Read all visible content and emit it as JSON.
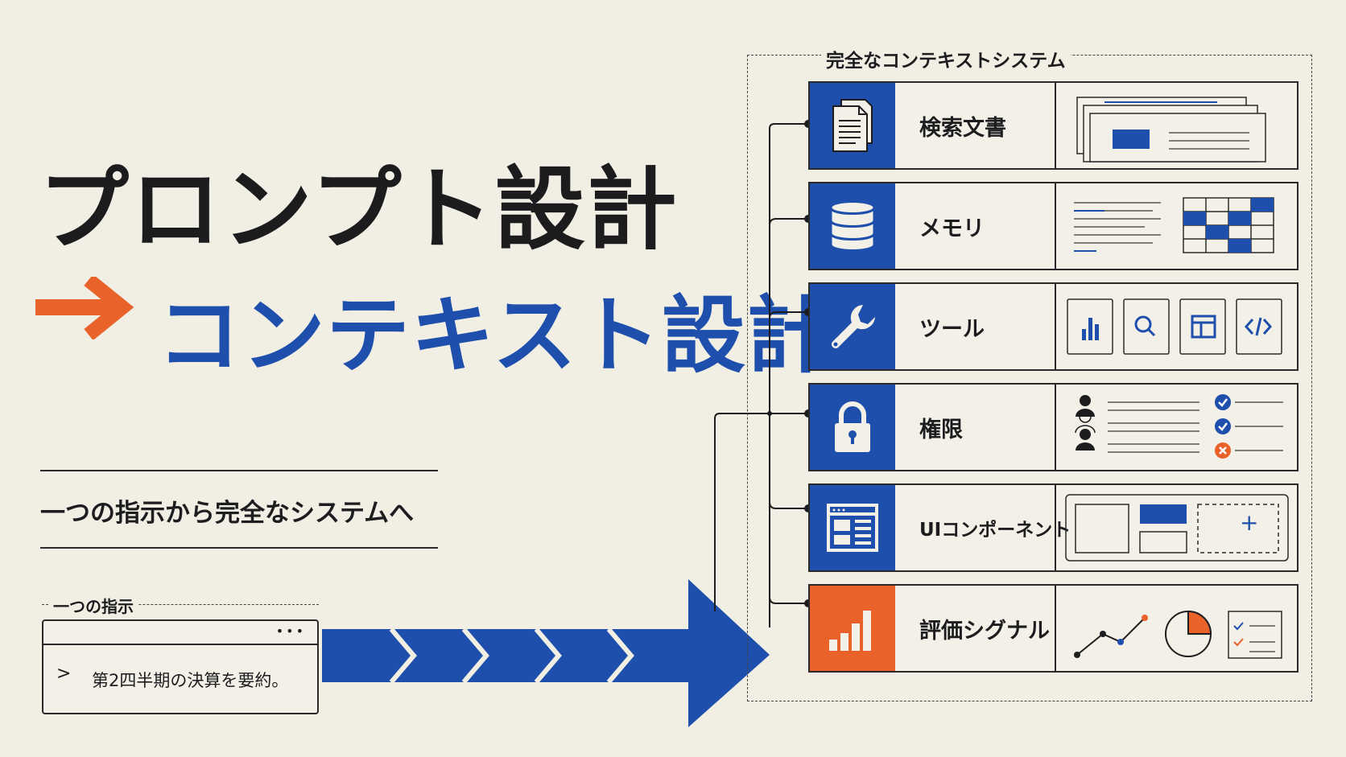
{
  "title_line1": "プロンプト設計",
  "title_line2": "コンテキスト設計",
  "subtitle": "一つの指示から完全なシステムへ",
  "prompt_box": {
    "label": "一つの指示",
    "text": "第2四半期の決算を要約。",
    "chevron": ">",
    "dots": "•••"
  },
  "system": {
    "title": "完全なコンテキストシステム",
    "components": [
      {
        "label": "検索文書",
        "icon": "document-icon"
      },
      {
        "label": "メモリ",
        "icon": "database-icon"
      },
      {
        "label": "ツール",
        "icon": "wrench-icon"
      },
      {
        "label": "権限",
        "icon": "lock-icon"
      },
      {
        "label": "UIコンポーネント",
        "icon": "layout-window-icon"
      },
      {
        "label": "評価シグナル",
        "icon": "bar-chart-icon"
      }
    ]
  },
  "ui_plus": "+",
  "colors": {
    "blue": "#1e4fad",
    "orange": "#e8622a",
    "ink": "#1d1d1f",
    "paper": "#f1eee4"
  }
}
